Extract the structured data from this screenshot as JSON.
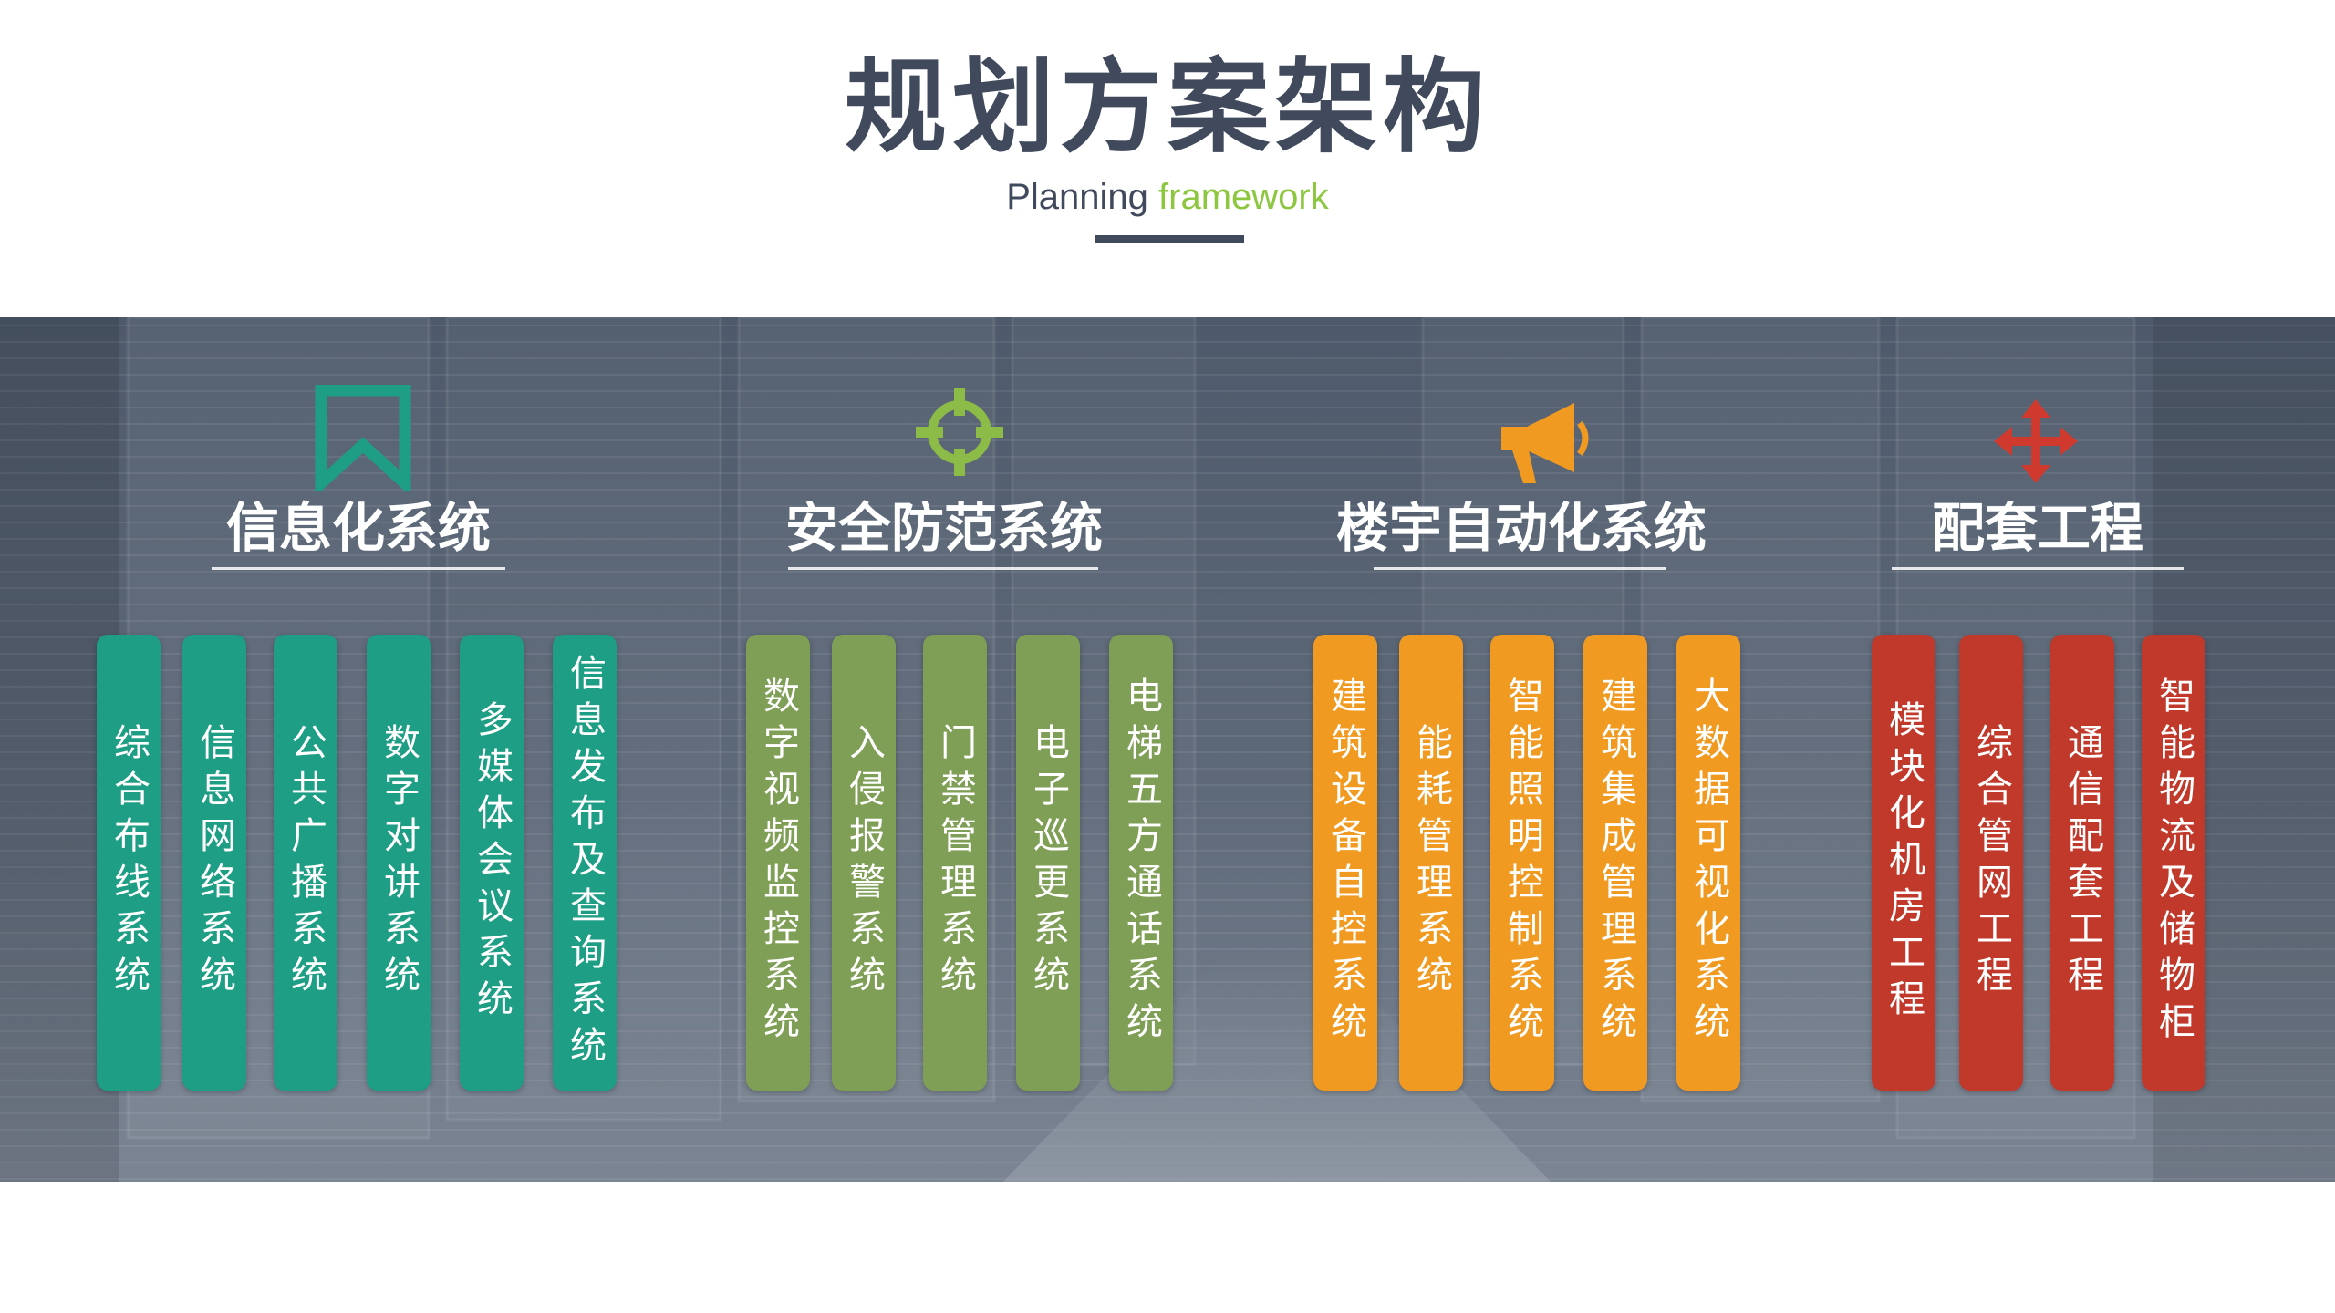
{
  "header": {
    "title": "规划方案架构",
    "subtitle_main": "Planning",
    "subtitle_accent": "framework"
  },
  "colors": {
    "title": "#414a5d",
    "accent_green": "#8dc63f",
    "teal": "#1e9e84",
    "olive": "#7f9e56",
    "orange": "#f09a22",
    "red": "#c0392b"
  },
  "groups": [
    {
      "title": "信息化系统",
      "icon": "bookmark-icon",
      "items": [
        "综合布线系统",
        "信息网络系统",
        "公共广播系统",
        "数字对讲系统",
        "多媒体会议系统",
        "信息发布及查询系统"
      ]
    },
    {
      "title": "安全防范系统",
      "icon": "crosshair-icon",
      "items": [
        "数字视频监控系统",
        "入侵报警系统",
        "门禁管理系统",
        "电子巡更系统",
        "电梯五方通话系统"
      ]
    },
    {
      "title": "楼宇自动化系统",
      "icon": "megaphone-icon",
      "items": [
        "建筑设备自控系统",
        "能耗管理系统",
        "智能照明控制系统",
        "建筑集成管理系统",
        "大数据可视化系统"
      ]
    },
    {
      "title": "配套工程",
      "icon": "move-arrows-icon",
      "items": [
        "模块化机房工程",
        "综合管网工程",
        "通信配套工程",
        "智能物流及储物柜"
      ]
    }
  ]
}
